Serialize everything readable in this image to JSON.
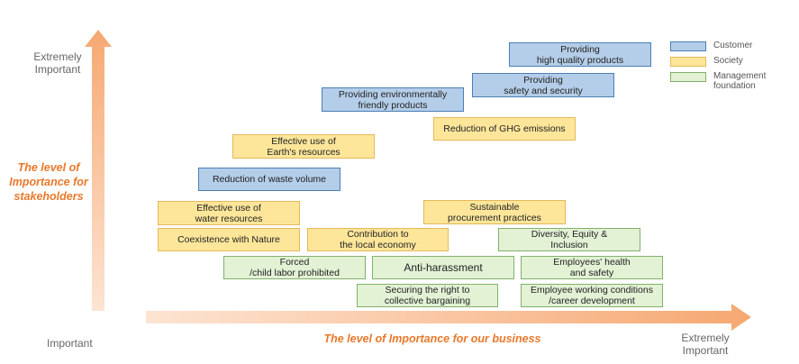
{
  "y_axis": {
    "top_label": "Extremely\nImportant",
    "bottom_label": "Important",
    "title": "The level of\nImportance for\nstakeholders"
  },
  "x_axis": {
    "right_label": "Extremely\nImportant",
    "title": "The level of Importance for our business"
  },
  "legend": {
    "customer": "Customer",
    "society": "Society",
    "management": "Management\nfoundation"
  },
  "colors": {
    "customer_fill": "#b4cde8",
    "society_fill": "#fde69a",
    "management_fill": "#e3f1d5",
    "axis_title": "#e8782a",
    "arrow": "#f5b07a"
  },
  "items": {
    "high_quality": {
      "label": "Providing\nhigh quality products",
      "category": "Customer"
    },
    "safety_security": {
      "label": "Providing\nsafety and security",
      "category": "Customer"
    },
    "env_friendly": {
      "label": "Providing environmentally\nfriendly products",
      "category": "Customer"
    },
    "ghg": {
      "label": "Reduction of GHG emissions",
      "category": "Society"
    },
    "earth_resources": {
      "label": "Effective use of\nEarth's resources",
      "category": "Society"
    },
    "waste": {
      "label": "Reduction of waste volume",
      "category": "Customer"
    },
    "water": {
      "label": "Effective use of\nwater resources",
      "category": "Society"
    },
    "sustainable_procurement": {
      "label": "Sustainable\nprocurement practices",
      "category": "Society"
    },
    "nature": {
      "label": "Coexistence with Nature",
      "category": "Society"
    },
    "local_economy": {
      "label": "Contribution to\nthe local economy",
      "category": "Society"
    },
    "dei": {
      "label": "Diversity, Equity &\nInclusion",
      "category": "Management foundation"
    },
    "child_labor": {
      "label": "Forced\n/child labor prohibited",
      "category": "Management foundation"
    },
    "anti_harassment": {
      "label": "Anti-harassment",
      "category": "Management foundation"
    },
    "health_safety": {
      "label": "Employees' health\nand safety",
      "category": "Management foundation"
    },
    "collective_bargaining": {
      "label": "Securing the right to\ncollective bargaining",
      "category": "Management foundation"
    },
    "working_conditions": {
      "label": "Employee working conditions\n/career development",
      "category": "Management foundation"
    }
  }
}
